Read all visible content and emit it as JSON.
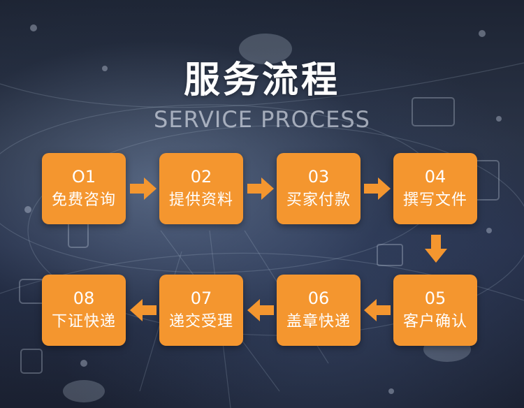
{
  "header": {
    "title": "服务流程",
    "subtitle": "SERVICE PROCESS"
  },
  "steps": [
    {
      "number": "O1",
      "label": "免费咨询"
    },
    {
      "number": "02",
      "label": "提供资料"
    },
    {
      "number": "03",
      "label": "买家付款"
    },
    {
      "number": "04",
      "label": "撰写文件"
    },
    {
      "number": "05",
      "label": "客户确认"
    },
    {
      "number": "06",
      "label": "盖章快递"
    },
    {
      "number": "07",
      "label": "递交受理"
    },
    {
      "number": "08",
      "label": "下证快递"
    }
  ],
  "colors": {
    "box": "#f4962f",
    "arrow": "#f4962f",
    "text": "#ffffff"
  }
}
